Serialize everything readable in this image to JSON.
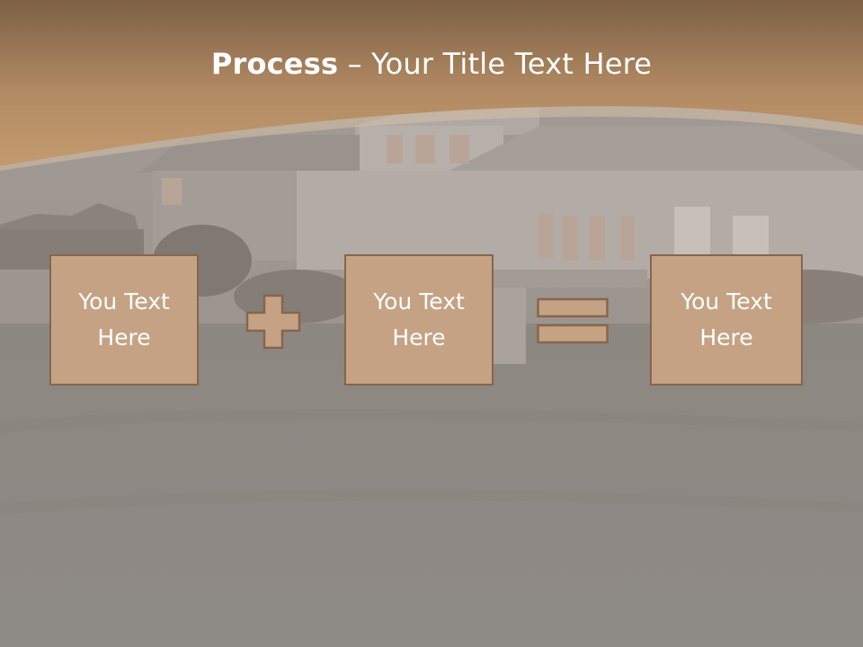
{
  "slide": {
    "title_bold": "Process",
    "title_rest": " – Your Title Text Here",
    "operator_plus": "plus",
    "operator_equals": "equals",
    "boxes": [
      {
        "text": "You Text Here"
      },
      {
        "text": "You Text Here"
      },
      {
        "text": "You Text Here"
      }
    ]
  },
  "colors": {
    "header_brown": "#b88c62",
    "box_fill": "#c5a283",
    "box_border": "#86664d",
    "text": "#ffffff"
  },
  "icons": [
    "plus-icon",
    "equals-icon"
  ]
}
